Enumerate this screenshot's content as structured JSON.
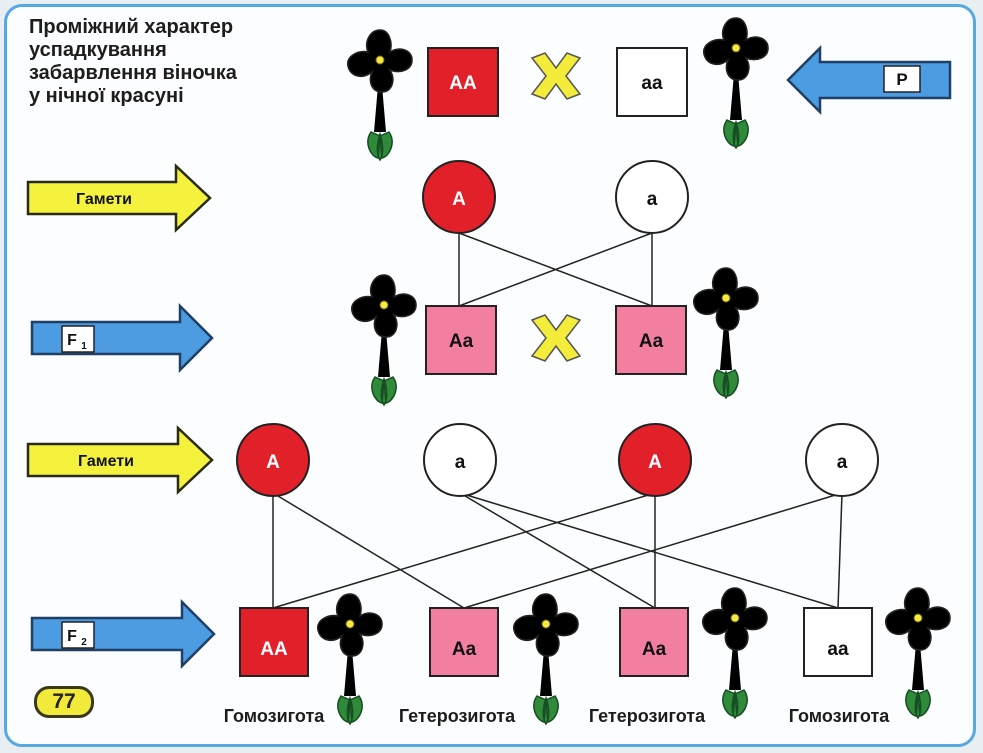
{
  "title_lines": [
    "Проміжний характер",
    "успадкування",
    "забарвлення віночка",
    "у нічної красуні"
  ],
  "labels": {
    "parents": "P",
    "f1": "F",
    "f1_sub": "1",
    "f2": "F",
    "f2_sub": "2",
    "gametes_1": "Гамети",
    "gametes_2": "Гамети"
  },
  "parents": {
    "left": "AA",
    "right": "aa"
  },
  "f1_gametes": [
    "A",
    "a"
  ],
  "f1": {
    "left": "Aa",
    "right": "Aa"
  },
  "f2_gametes": [
    "A",
    "a",
    "A",
    "a"
  ],
  "f2": [
    "AA",
    "Aa",
    "Aa",
    "aa"
  ],
  "captions": [
    "Гомозигота",
    "Гетерозигота",
    "Гетерозигота",
    "Гомозигота"
  ],
  "page_number": "77",
  "colors": {
    "dominant": "#e2202a",
    "heterozygous": "#f27ea0",
    "recessive": "#ffffff",
    "arrow_blue": "#4d9be0",
    "arrow_yellow": "#f5f23e",
    "cross": "#f4ec3a",
    "frame": "#56a8e0"
  }
}
